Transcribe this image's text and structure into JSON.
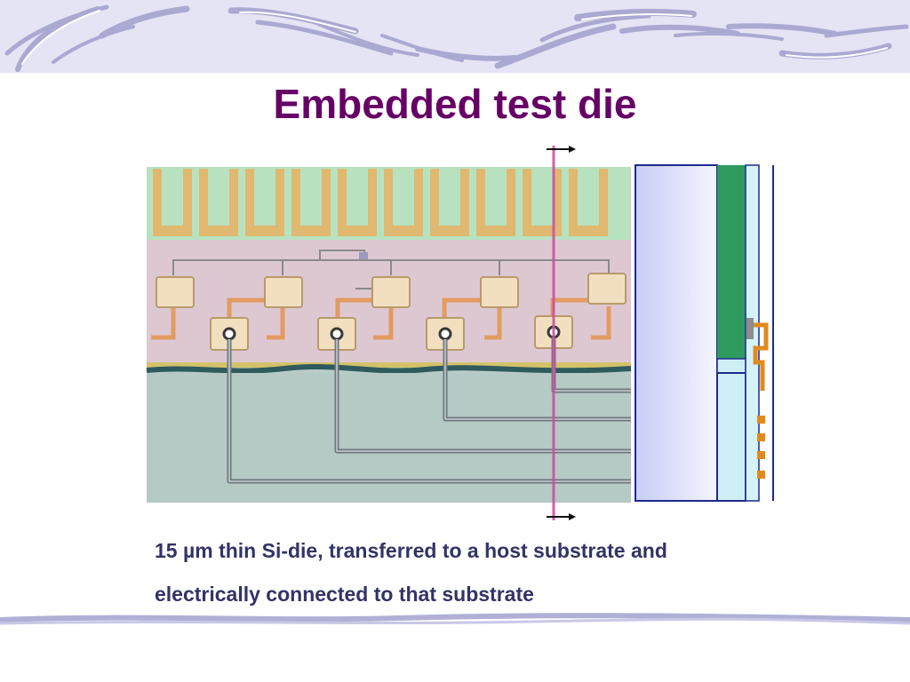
{
  "slide": {
    "title": "Embedded test die",
    "caption_line1": "15 µm thin Si-die, transferred to a host substrate and",
    "caption_line2": "electrically connected to that substrate"
  },
  "colors": {
    "title": "#660066",
    "caption": "#333366",
    "banner_bg": "#e4e4f4",
    "banner_stroke": "#a8a8d0",
    "section_line": "#cc4fa0"
  }
}
